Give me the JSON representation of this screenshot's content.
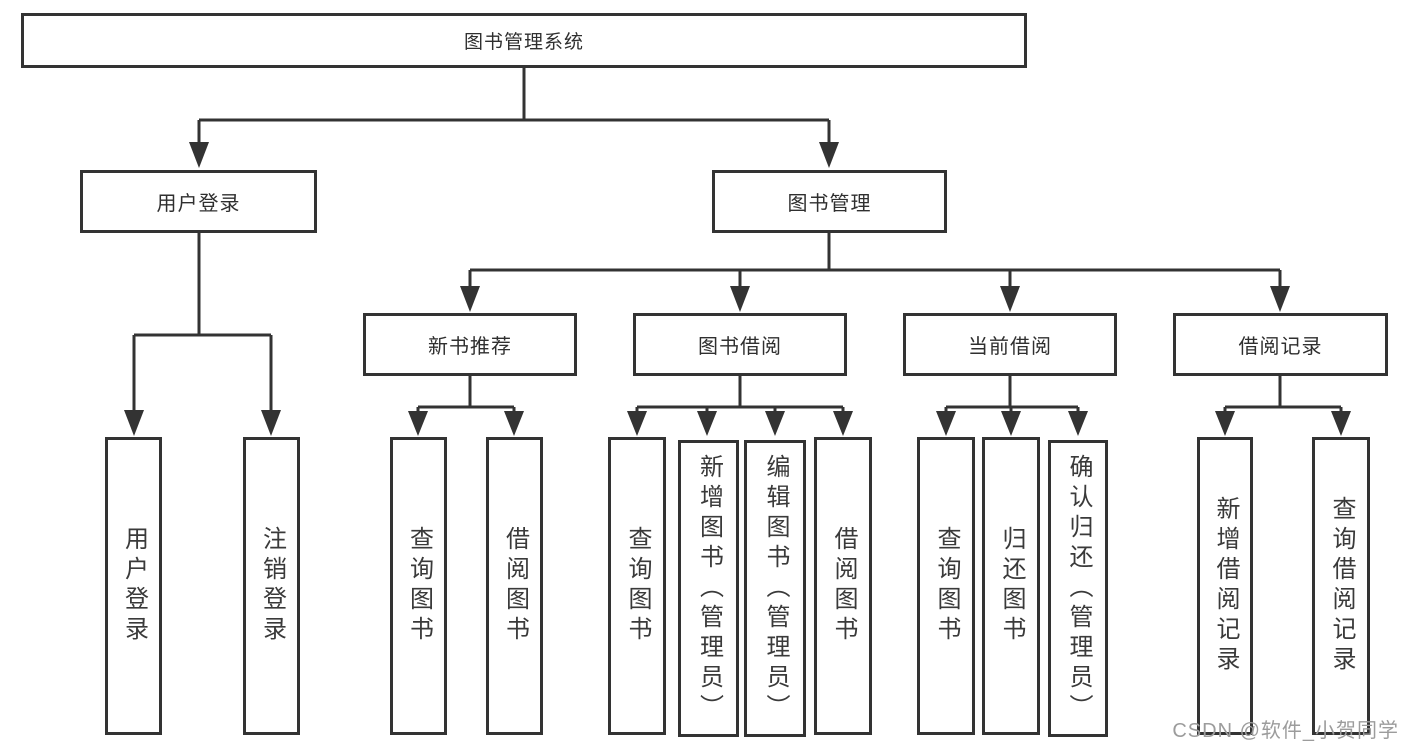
{
  "watermark": "CSDN @软件_小贺同学",
  "tree": {
    "label": "图书管理系统",
    "children": [
      {
        "label": "用户登录",
        "children": [
          {
            "label": "用户登录"
          },
          {
            "label": "注销登录"
          }
        ]
      },
      {
        "label": "图书管理",
        "children": [
          {
            "label": "新书推荐",
            "children": [
              {
                "label": "查询图书"
              },
              {
                "label": "借阅图书"
              }
            ]
          },
          {
            "label": "图书借阅",
            "children": [
              {
                "label": "查询图书"
              },
              {
                "label": "新增图书（管理员）"
              },
              {
                "label": "编辑图书（管理员）"
              },
              {
                "label": "借阅图书"
              }
            ]
          },
          {
            "label": "当前借阅",
            "children": [
              {
                "label": "查询图书"
              },
              {
                "label": "归还图书"
              },
              {
                "label": "确认归还（管理员）"
              }
            ]
          },
          {
            "label": "借阅记录",
            "children": [
              {
                "label": "新增借阅记录"
              },
              {
                "label": "查询借阅记录"
              }
            ]
          }
        ]
      }
    ]
  },
  "colors": {
    "line": "#333333",
    "text": "#3a3a3a",
    "watermark": "#9c9c9c",
    "background": "#ffffff"
  }
}
